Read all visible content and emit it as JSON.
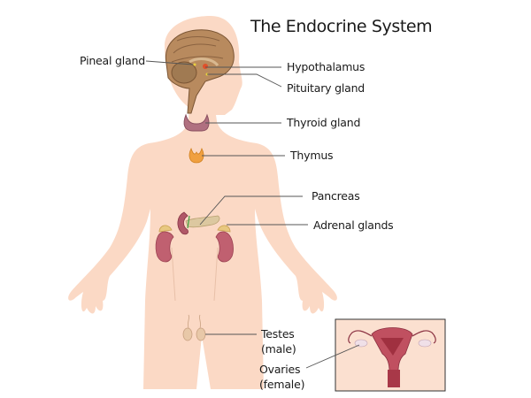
{
  "diagram": {
    "title": "The Endocrine System",
    "colors": {
      "skin": "#fbd9c5",
      "brain": "#b88a5e",
      "thyroid": "#b07080",
      "thymus": "#f0a040",
      "kidney": "#c06070",
      "adrenal": "#e8c880",
      "pancreas": "#dcc8a0",
      "testes": "#e8c8a8",
      "uterus": "#a83848",
      "leader_line": "#555555",
      "inset_border": "#333333"
    },
    "labels": {
      "pineal": "Pineal gland",
      "hypothalamus": "Hypothalamus",
      "pituitary": "Pituitary gland",
      "thyroid": "Thyroid gland",
      "thymus": "Thymus",
      "pancreas": "Pancreas",
      "adrenal": "Adrenal glands",
      "testes_1": "Testes",
      "testes_2": "(male)",
      "ovaries_1": "Ovaries",
      "ovaries_2": "(female)"
    }
  }
}
